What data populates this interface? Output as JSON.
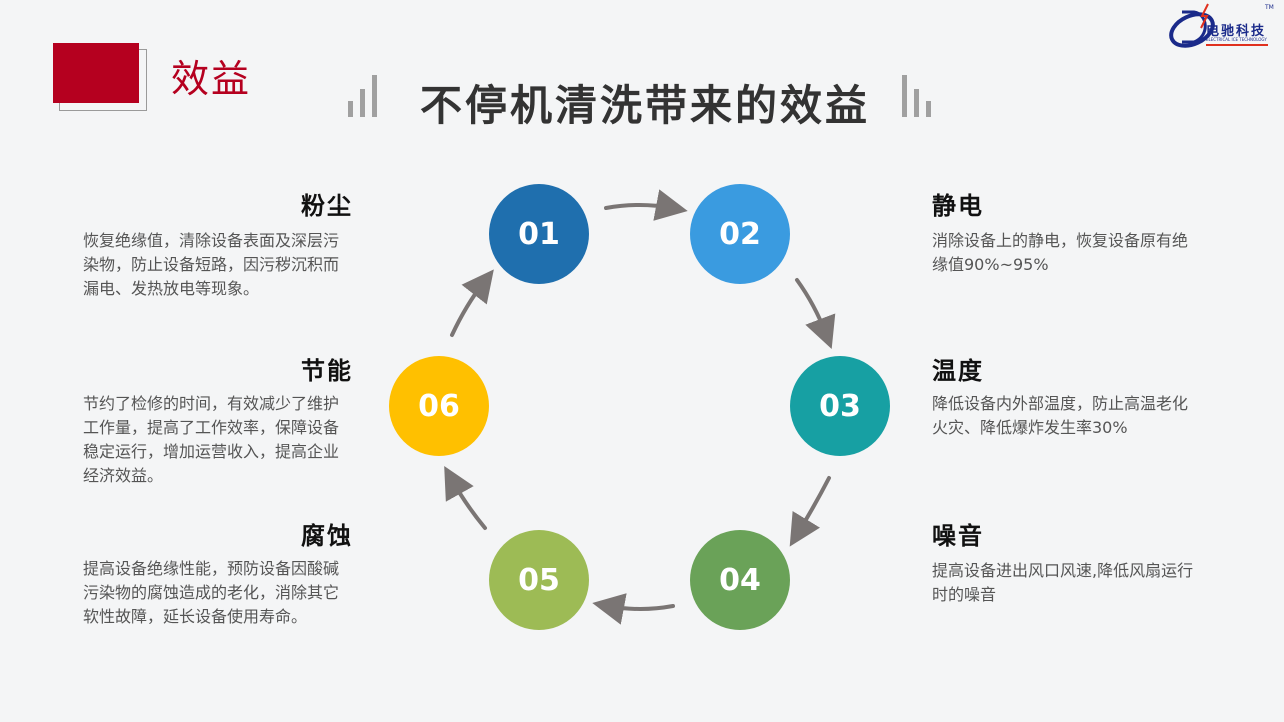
{
  "header": {
    "label": "效益"
  },
  "title": "不停机清洗带来的效益",
  "logo": {
    "text": "电驰科技",
    "subtitle": "ELECTRICAL ICE TECHNOLOGY",
    "tm": "TM"
  },
  "circles": [
    {
      "num": "01",
      "color": "#1f6fae"
    },
    {
      "num": "02",
      "color": "#3a9be0"
    },
    {
      "num": "03",
      "color": "#17a0a3"
    },
    {
      "num": "04",
      "color": "#6aa258"
    },
    {
      "num": "05",
      "color": "#9dbb55"
    },
    {
      "num": "06",
      "color": "#ffc000"
    }
  ],
  "items": {
    "dust": {
      "title": "粉尘",
      "desc": "恢复绝缘值，清除设备表面及深层污染物，防止设备短路，因污秽沉积而漏电、发热放电等现象。"
    },
    "energy": {
      "title": "节能",
      "desc": "节约了检修的时间，有效减少了维护工作量，提高了工作效率，保障设备稳定运行，增加运营收入，提高企业经济效益。"
    },
    "corrosion": {
      "title": "腐蚀",
      "desc": "提高设备绝缘性能，预防设备因酸碱污染物的腐蚀造成的老化，消除其它软性故障，延长设备使用寿命。"
    },
    "static": {
      "title": "静电",
      "desc": "消除设备上的静电，恢复设备原有绝缘值90%~95%"
    },
    "temperature": {
      "title": "温度",
      "desc": "降低设备内外部温度，防止高温老化火灾、降低爆炸发生率30%"
    },
    "noise": {
      "title": "噪音",
      "desc": "提高设备进出风口风速,降低风扇运行时的噪音"
    }
  }
}
